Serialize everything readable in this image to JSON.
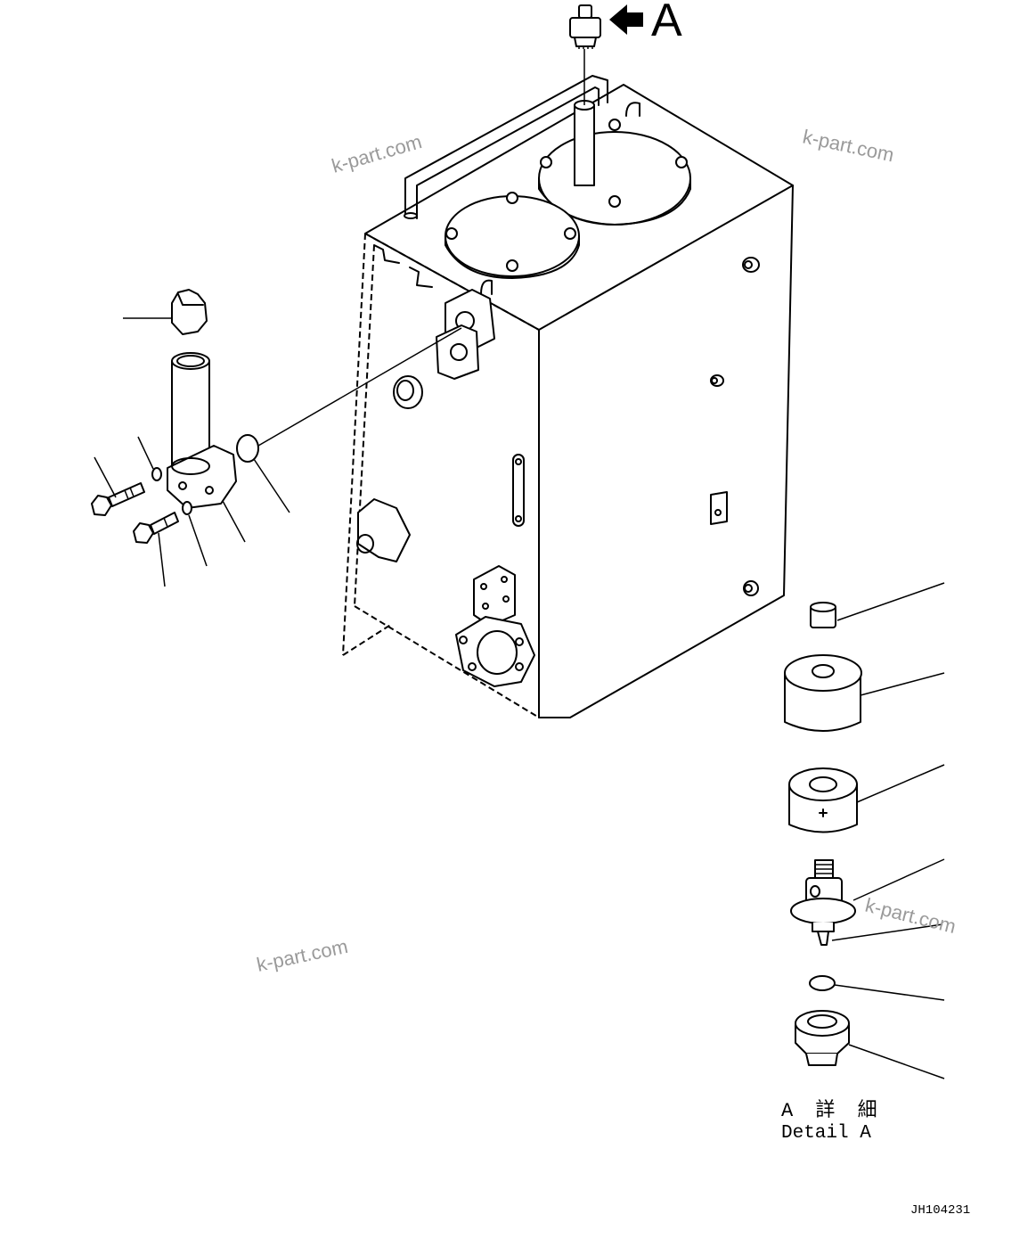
{
  "watermarks": [
    "k-part.com",
    "k-part.com",
    "k-part.com",
    "k-part.com"
  ],
  "view_arrow_label": "A",
  "detail_title_jp": "A 詳 細",
  "detail_title_en": "Detail A",
  "drawing_number": "JH104231",
  "colors": {
    "line": "#000000",
    "watermark": "#9a9a9a",
    "background": "#ffffff"
  }
}
